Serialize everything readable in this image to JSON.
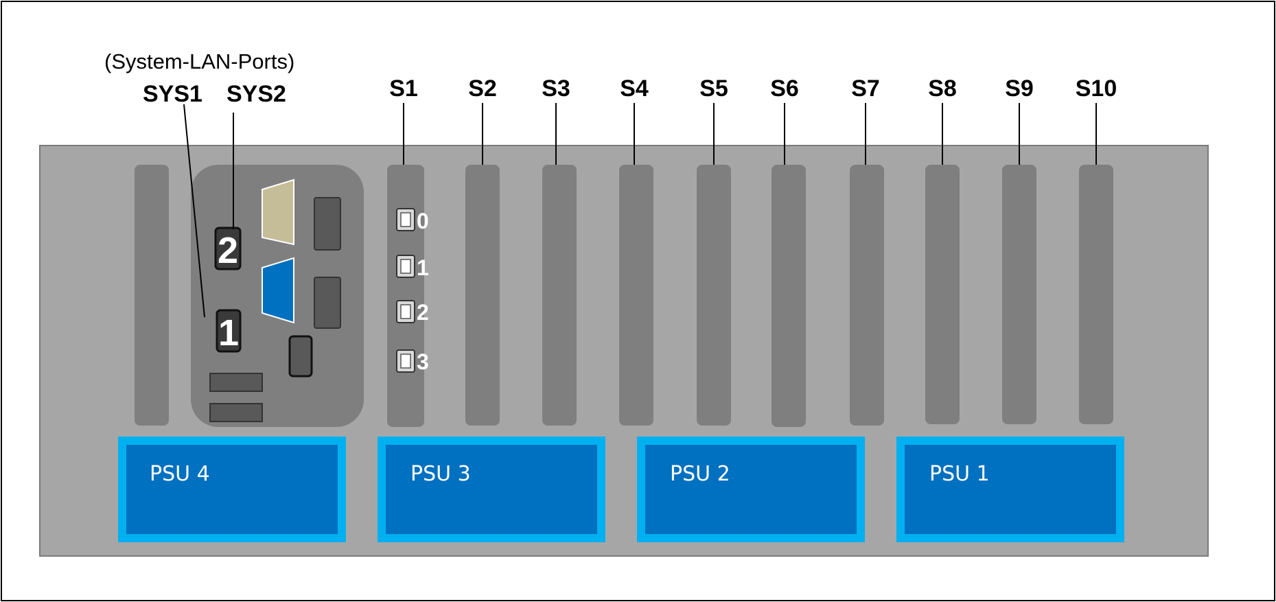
{
  "title": "(System-LAN-Ports)",
  "sys_labels": [
    "SYS1",
    "SYS2"
  ],
  "sys_port_numbers": [
    "2",
    "1"
  ],
  "slots": [
    "S1",
    "S2",
    "S3",
    "S4",
    "S5",
    "S6",
    "S7",
    "S8",
    "S9",
    "S10"
  ],
  "s1_ports": [
    "0",
    "1",
    "2",
    "3"
  ],
  "psus": [
    "PSU 4",
    "PSU 3",
    "PSU 2",
    "PSU 1"
  ],
  "colors": {
    "chassis": "#a6a6a6",
    "slot": "#7f7f7f",
    "psu_fill": "#0070c0",
    "psu_border": "#00b0f0",
    "vga_port": "#c4bd97",
    "blue_port": "#0070c0"
  }
}
